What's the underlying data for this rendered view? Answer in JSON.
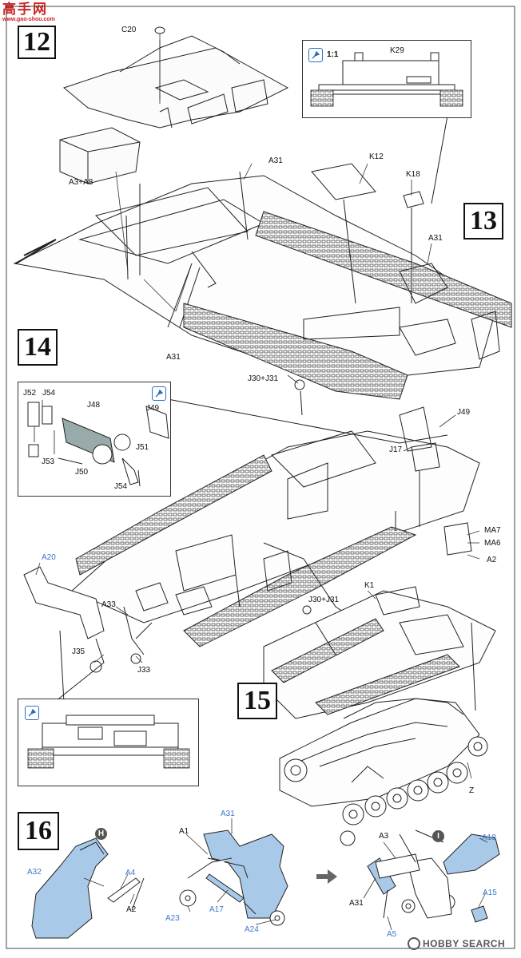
{
  "watermark": {
    "top_text": "高手网",
    "bottom_text": "www.gao-shou.com"
  },
  "steps": {
    "s12": "12",
    "s13": "13",
    "s14": "14",
    "s15": "15",
    "s16": "16"
  },
  "insets": {
    "top_right_scale": "1:1",
    "pin_icon": "pin-icon"
  },
  "labels": {
    "c20": "C20",
    "a3a8": "A3+A8",
    "a31_top": "A31",
    "k12": "K12",
    "k18": "K18",
    "k29": "K29",
    "a31_right": "A31",
    "a31_left": "A31",
    "j30j31_a": "J30+J31",
    "j52": "J52",
    "j54_a": "J54",
    "j48": "J48",
    "j49_inset": "J49",
    "j51": "J51",
    "j53": "J53",
    "j50": "J50",
    "j54_b": "J54",
    "j49": "J49",
    "j17": "J17",
    "ma7": "MA7",
    "ma6": "MA6",
    "a2_mid": "A2",
    "a20": "A20",
    "a33": "A33",
    "j35": "J35",
    "j33": "J33",
    "j30j31_b": "J30+J31",
    "k1": "K1",
    "z": "Z",
    "h_tag": "H",
    "a32": "A32",
    "a4": "A4",
    "a2_low": "A2",
    "a1": "A1",
    "a31_low": "A31",
    "a23": "A23",
    "a17": "A17",
    "a24": "A24",
    "i_tag": "I",
    "a3": "A3",
    "a18": "A18",
    "a31_low2": "A31",
    "a5": "A5",
    "a15": "A15"
  },
  "footer_logo": {
    "text": "HOBBY SEARCH"
  },
  "colors": {
    "accent_blue": "#3a77c7",
    "part_fill": "#a9c9e8",
    "logo_red": "#d22020"
  }
}
